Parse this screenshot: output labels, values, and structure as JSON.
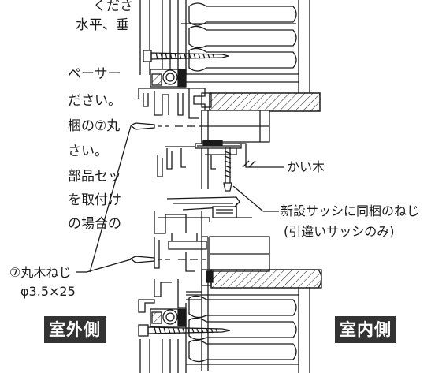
{
  "text_fragments": {
    "line1": "くださ",
    "line2": "水平、垂",
    "line3": "ペーサー",
    "line4": "ださい。",
    "line5": "梱の⑦丸",
    "line6": "さい。",
    "line7": "部品セッ",
    "line8": "を取付け",
    "line9": "の場合の"
  },
  "callouts": {
    "kaiki": "かい木",
    "screw_note_1": "新設サッシに同梱のねじ",
    "screw_note_2": "(引違いサッシのみ)",
    "marunoki_1": "⑦丸木ねじ",
    "marunoki_2": "φ3.5×25"
  },
  "badges": {
    "outdoor": "室外側",
    "indoor": "室内側"
  },
  "colors": {
    "line": "#1a1a1a",
    "badge_bg": "#333333",
    "badge_text": "#ffffff"
  }
}
